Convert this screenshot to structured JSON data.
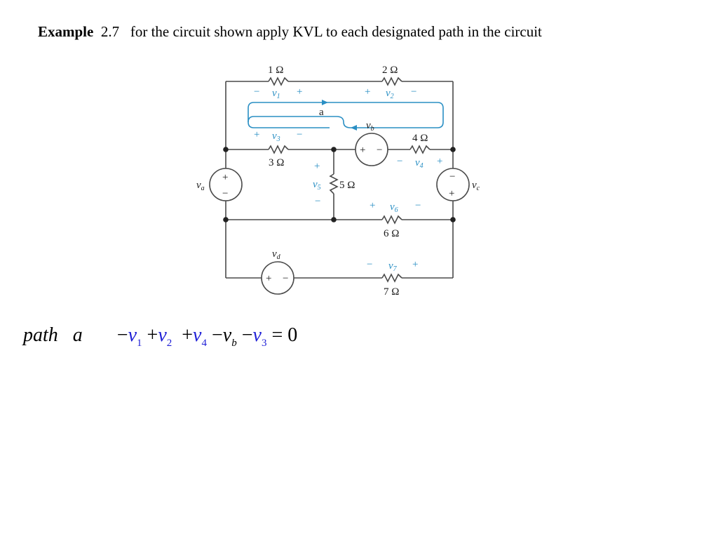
{
  "title": {
    "keyword": "Example",
    "number": "2.7",
    "text": "for the circuit shown apply KVL to each designated path in the circuit"
  },
  "circuit": {
    "resistors": {
      "r1": "1 Ω",
      "r2": "2 Ω",
      "r3": "3 Ω",
      "r4": "4 Ω",
      "r5": "5 Ω",
      "r6": "6 Ω",
      "r7": "7 Ω"
    },
    "voltage_labels": {
      "v1": "v",
      "v1_sub": "1",
      "v2": "v",
      "v2_sub": "2",
      "v3": "v",
      "v3_sub": "3",
      "v4": "v",
      "v4_sub": "4",
      "v5": "v",
      "v5_sub": "5",
      "v6": "v",
      "v6_sub": "6",
      "v7": "v",
      "v7_sub": "7"
    },
    "sources": {
      "va": "v",
      "va_sub": "a",
      "vb": "v",
      "vb_sub": "b",
      "vc": "v",
      "vc_sub": "c",
      "vd": "v",
      "vd_sub": "d"
    },
    "path_label": "a",
    "plus": "+",
    "minus": "−",
    "colors": {
      "wire": "#4a4a4a",
      "label_blue": "#2a8fc4",
      "path": "#2a8fc4"
    }
  },
  "equation": {
    "label_path": "path",
    "label_a": "a",
    "m1": "−",
    "v1": "v",
    "s1": "1",
    "p2": "+",
    "v2": "v",
    "s2": "2",
    "p4": "+",
    "v4": "v",
    "s4": "4",
    "mb": "−",
    "vb": "v",
    "sb": "b",
    "m3": "−",
    "v3": "v",
    "s3": "3",
    "eq": "= 0",
    "colors": {
      "blue": "#1f1fd6"
    }
  }
}
